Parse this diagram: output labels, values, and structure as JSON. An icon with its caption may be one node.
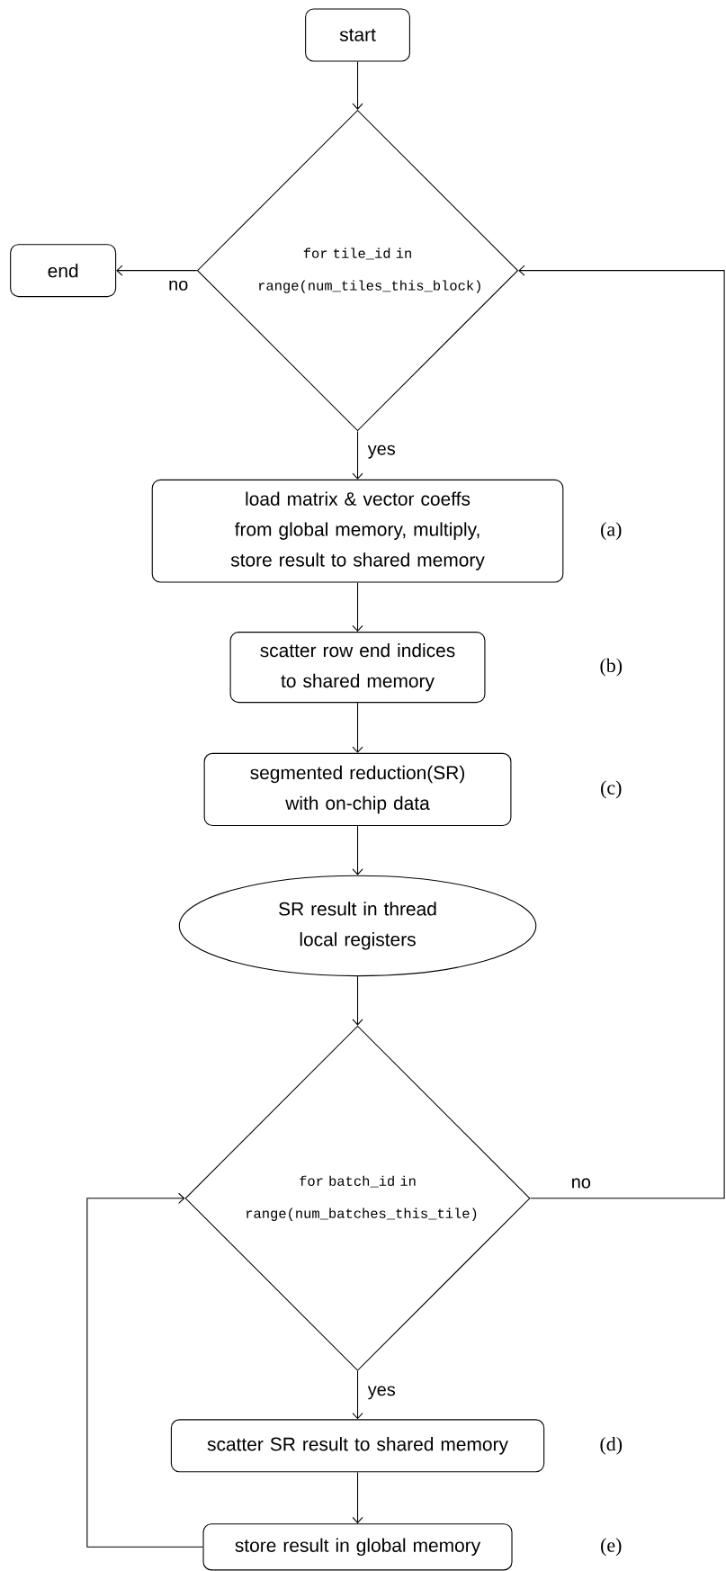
{
  "diagram": {
    "nodes": [
      {
        "text": [
          "start"
        ]
      },
      {
        "text": [
          "for tile_id in range(num_tiles_this_block)"
        ]
      },
      {
        "text": [
          "end"
        ]
      },
      {
        "text": [
          "load matrix & vector coeffs from global memory, multiply, store result to shared memory"
        ]
      },
      {
        "text": [
          "scatter row end indices to shared memory"
        ]
      },
      {
        "text": [
          "segmented reduction(SR) with on-chip data"
        ]
      },
      {
        "text": [
          "SR result in thread local registers"
        ]
      },
      {
        "text": [
          "for batch_id in range(num_batches_this_tile)"
        ]
      },
      {
        "text": [
          "scatter SR result to shared memory"
        ]
      },
      {
        "text": [
          "store result in global memory"
        ]
      }
    ],
    "edges": [
      {
        "from": 0,
        "to": 1,
        "arrow": "to"
      },
      {
        "from": 1,
        "to": 2,
        "arrow": "to",
        "label": "no"
      },
      {
        "from": 1,
        "to": 3,
        "arrow": "to",
        "label": "yes"
      },
      {
        "from": 3,
        "to": 4,
        "arrow": "to"
      },
      {
        "from": 4,
        "to": 5,
        "arrow": "to"
      },
      {
        "from": 5,
        "to": 6,
        "arrow": "to"
      },
      {
        "from": 6,
        "to": 7,
        "arrow": "to"
      },
      {
        "from": 7,
        "to": 8,
        "arrow": "to",
        "label": "yes"
      },
      {
        "from": 8,
        "to": 9,
        "arrow": "to"
      },
      {
        "from": 9,
        "to": 7,
        "arrow": "to"
      },
      {
        "from": 7,
        "to": 1,
        "arrow": "to",
        "label": "no"
      }
    ],
    "labels": [
      "(a)",
      "(b)",
      "(c)",
      "(d)",
      "(e)"
    ]
  }
}
